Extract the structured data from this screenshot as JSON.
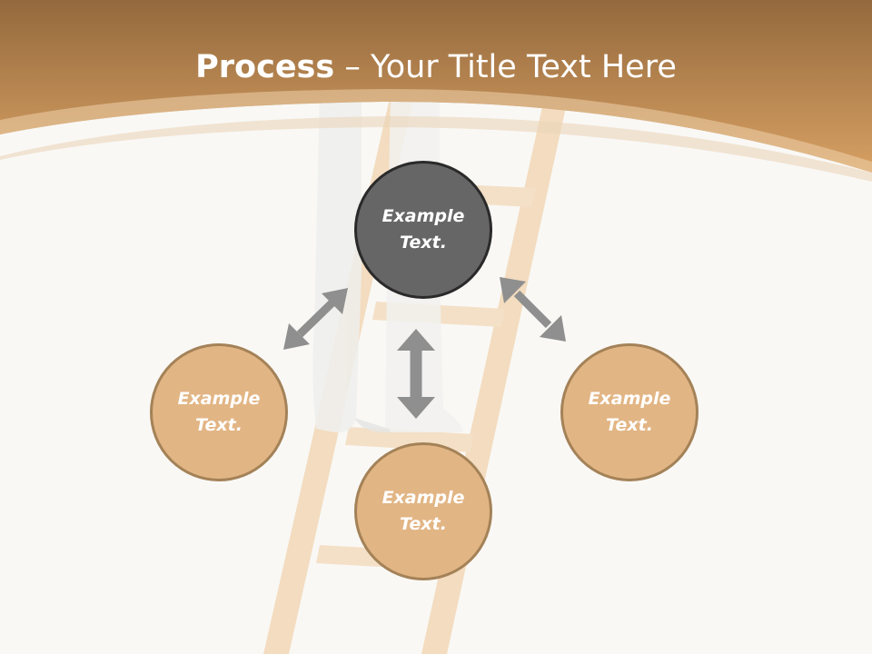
{
  "slide": {
    "title_strong": "Process",
    "title_rest": " – Your Title Text Here"
  },
  "colors": {
    "header_top": "#94693d",
    "header_bottom": "#d7a063",
    "background": "#f9f8f5",
    "circle_dark": "#666666",
    "circle_tan": "#e2b584",
    "arrow": "#8f8f8f",
    "ladder": "#f3d9b8"
  },
  "circles": {
    "top": "Example Text.",
    "left": "Example Text.",
    "right": "Example Text.",
    "bottom": "Example Text."
  }
}
